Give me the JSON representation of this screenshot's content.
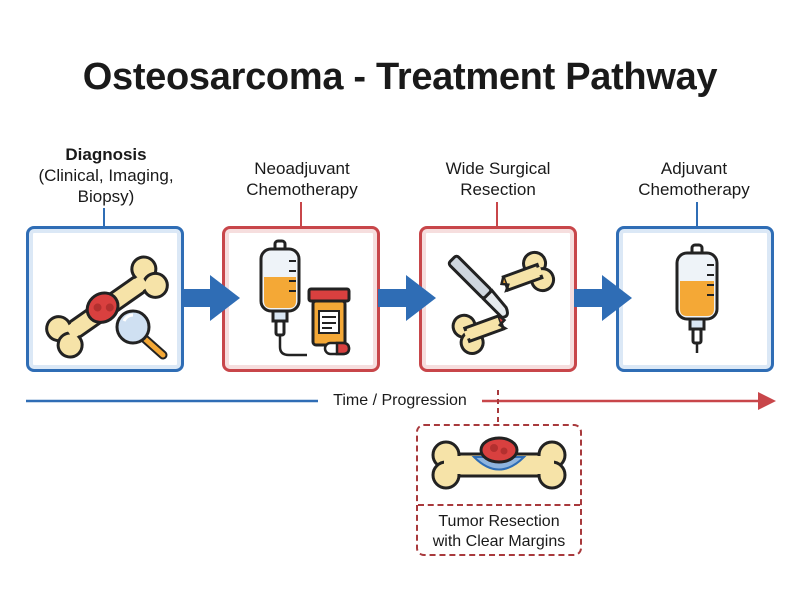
{
  "title": "Osteosarcoma - Treatment Pathway",
  "steps": [
    {
      "label": "Diagnosis",
      "sublabel_line1": "(Clinical, Imaging,",
      "sublabel_line2": "Biopsy)",
      "icon": "bone-with-tumor-and-magnifier-icon",
      "color": "#2f6db5"
    },
    {
      "label_line1": "Neoadjuvant",
      "label_line2": "Chemotherapy",
      "icon": "iv-bag-and-pill-bottle-icon",
      "color": "#c8464a"
    },
    {
      "label_line1": "Wide Surgical",
      "label_line2": "Resection",
      "icon": "scalpel-and-cut-bone-icon",
      "color": "#c8464a"
    },
    {
      "label_line1": "Adjuvant",
      "label_line2": "Chemotherapy",
      "icon": "iv-bag-icon",
      "color": "#2f6db5"
    }
  ],
  "timeline": {
    "label": "Time / Progression"
  },
  "detail": {
    "caption_line1": "Tumor Resection",
    "caption_line2": "with Clear Margins",
    "icon": "bone-resection-margin-icon"
  },
  "colors": {
    "blue": "#2f6db5",
    "red": "#c8464a",
    "bone": "#f6e3a8",
    "tumor": "#d9403f",
    "fluid": "#f4a836"
  }
}
